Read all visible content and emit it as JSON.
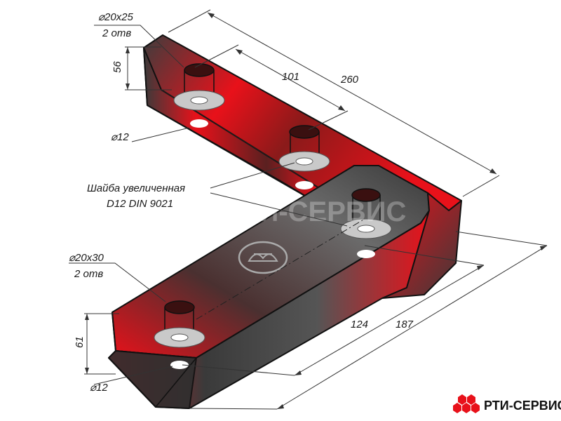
{
  "dimensions": {
    "top_hole": "⌀20x25",
    "top_hole_count": "2 отв",
    "top_height": "56",
    "top_small_hole": "⌀12",
    "inner_length_top": "101",
    "outer_length_top": "260",
    "washer_line1": "Шайба увеличенная",
    "washer_line2": "D12 DIN 9021",
    "bottom_hole": "⌀20x30",
    "bottom_hole_count": "2 отв",
    "bottom_height": "61",
    "bottom_small_hole": "⌀12",
    "inner_length_bottom": "124",
    "outer_length_bottom": "187"
  },
  "watermark": "РТИ-СЕРВИС",
  "brand": "РТИ-СЕРВИС",
  "colors": {
    "rubber_red": "#e8111a",
    "rubber_dark": "#3a3a3a",
    "outline": "#111111",
    "washer": "#c9c9c9",
    "dim_line": "#333333",
    "watermark": "#cccccc"
  }
}
